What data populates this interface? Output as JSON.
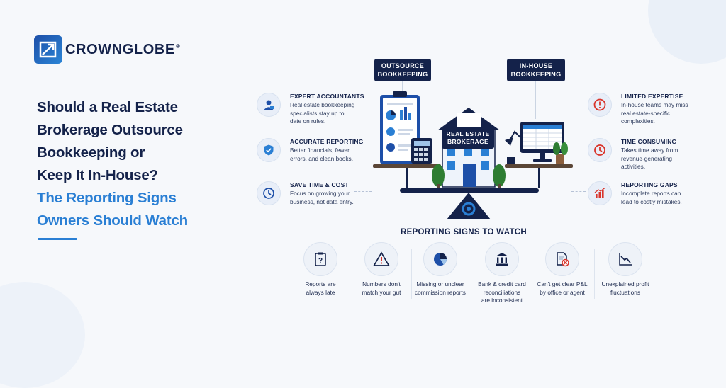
{
  "brand": {
    "name": "CROWNGLOBE",
    "mark": "®"
  },
  "headline": {
    "line1": "Should a Real Estate",
    "line2": "Brokerage Outsource",
    "line3": "Bookkeeping or",
    "line4": "Keep It In-House?",
    "line5": "The Reporting Signs",
    "line6": "Owners Should Watch"
  },
  "scale": {
    "left_tag_1": "OUTSOURCE",
    "left_tag_2": "BOOKKEEPING",
    "right_tag_1": "IN-HOUSE",
    "right_tag_2": "BOOKKEEPING",
    "center_tag_1": "REAL ESTATE",
    "center_tag_2": "BROKERAGE"
  },
  "outsource": [
    {
      "title": "EXPERT ACCOUNTANTS",
      "desc1": "Real estate bookkeeping",
      "desc2": "specialists stay up to",
      "desc3": "date on rules.",
      "icon": "accountant-icon"
    },
    {
      "title": "ACCURATE REPORTING",
      "desc1": "Better financials, fewer",
      "desc2": "errors, and clean books.",
      "desc3": "",
      "icon": "shield-check-icon"
    },
    {
      "title": "SAVE TIME & COST",
      "desc1": "Focus on growing your",
      "desc2": "business, not data entry.",
      "desc3": "",
      "icon": "clock-icon"
    }
  ],
  "inhouse": [
    {
      "title": "LIMITED EXPERTISE",
      "desc1": "In-house teams may miss",
      "desc2": "real estate-specific",
      "desc3": "complexities.",
      "icon": "alert-icon"
    },
    {
      "title": "TIME CONSUMING",
      "desc1": "Takes time away from",
      "desc2": "revenue-generating",
      "desc3": "activities.",
      "icon": "clock-icon"
    },
    {
      "title": "REPORTING GAPS",
      "desc1": "Incomplete reports can",
      "desc2": "lead to costly mistakes.",
      "desc3": "",
      "icon": "bar-chart-icon"
    }
  ],
  "signs": {
    "title": "REPORTING SIGNS TO WATCH",
    "items": [
      {
        "l1": "Reports are",
        "l2": "always late",
        "l3": "",
        "icon": "clipboard-question-icon"
      },
      {
        "l1": "Numbers don't",
        "l2": "match your gut",
        "l3": "",
        "icon": "warning-icon"
      },
      {
        "l1": "Missing or unclear",
        "l2": "commission reports",
        "l3": "",
        "icon": "pie-chart-icon"
      },
      {
        "l1": "Bank & credit card",
        "l2": "reconciliations",
        "l3": "are inconsistent",
        "icon": "bank-icon"
      },
      {
        "l1": "Can't get clear P&L",
        "l2": "by office or agent",
        "l3": "",
        "icon": "document-x-icon"
      },
      {
        "l1": "Unexplained profit",
        "l2": "fluctuations",
        "l3": "",
        "icon": "trend-down-icon"
      }
    ]
  },
  "colors": {
    "navy": "#14224a",
    "blue": "#2a7fd4",
    "red": "#d9342b",
    "background": "#f6f8fb"
  }
}
